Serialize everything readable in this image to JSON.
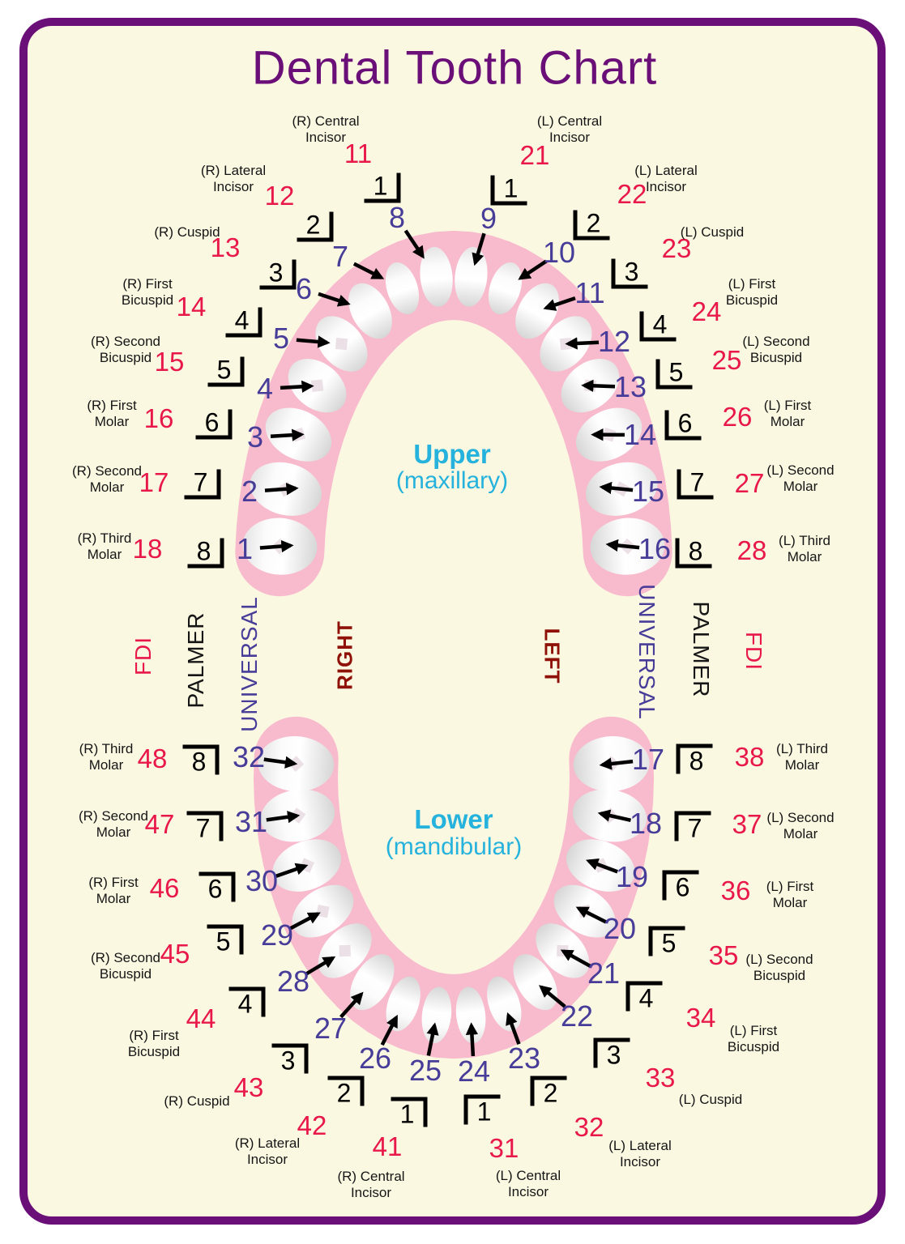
{
  "title": "Dental Tooth Chart",
  "upper_caption": {
    "bold": "Upper",
    "paren": "(maxillary)"
  },
  "lower_caption": {
    "bold": "Lower",
    "paren": "(mandibular)"
  },
  "side_labels": {
    "left": {
      "fdi": "FDI",
      "palmer": "PALMER",
      "universal": "UNIVERSAL",
      "side": "RIGHT"
    },
    "right": {
      "fdi": "FDI",
      "palmer": "PALMER",
      "universal": "UNIVERSAL",
      "side": "LEFT"
    }
  },
  "colors": {
    "background": "#FBF8E2",
    "border_and_title": "#6B0F78",
    "arch_pink": "#F8BACD",
    "universal_numbers": "#473D99",
    "fdi_numbers": "#E8184A",
    "palmer_numbers": "#000000",
    "tooth_names": "#151515",
    "right_left_labels": "#8E1007",
    "captions": "#25B2DC",
    "arrows": "#000000",
    "teeth": "#FFFFFF"
  },
  "quadrants": {
    "upper_right": {
      "teeth": [
        {
          "name": "(R) Central\nIncisor",
          "universal": "8",
          "palmer": "1",
          "fdi": "11"
        },
        {
          "name": "(R) Lateral\nIncisor",
          "universal": "7",
          "palmer": "2",
          "fdi": "12"
        },
        {
          "name": "(R) Cuspid",
          "universal": "6",
          "palmer": "3",
          "fdi": "13"
        },
        {
          "name": "(R) First\nBicuspid",
          "universal": "5",
          "palmer": "4",
          "fdi": "14"
        },
        {
          "name": "(R) Second\nBicuspid",
          "universal": "4",
          "palmer": "5",
          "fdi": "15"
        },
        {
          "name": "(R) First\nMolar",
          "universal": "3",
          "palmer": "6",
          "fdi": "16"
        },
        {
          "name": "(R) Second\nMolar",
          "universal": "2",
          "palmer": "7",
          "fdi": "17"
        },
        {
          "name": "(R) Third\nMolar",
          "universal": "1",
          "palmer": "8",
          "fdi": "18"
        }
      ]
    },
    "upper_left": {
      "teeth": [
        {
          "name": "(L) Central\nIncisor",
          "universal": "9",
          "palmer": "1",
          "fdi": "21"
        },
        {
          "name": "(L) Lateral\nIncisor",
          "universal": "10",
          "palmer": "2",
          "fdi": "22"
        },
        {
          "name": "(L) Cuspid",
          "universal": "11",
          "palmer": "3",
          "fdi": "23"
        },
        {
          "name": "(L) First\nBicuspid",
          "universal": "12",
          "palmer": "4",
          "fdi": "24"
        },
        {
          "name": "(L) Second\nBicuspid",
          "universal": "13",
          "palmer": "5",
          "fdi": "25"
        },
        {
          "name": "(L) First\nMolar",
          "universal": "14",
          "palmer": "6",
          "fdi": "26"
        },
        {
          "name": "(L) Second\nMolar",
          "universal": "15",
          "palmer": "7",
          "fdi": "27"
        },
        {
          "name": "(L) Third\nMolar",
          "universal": "16",
          "palmer": "8",
          "fdi": "28"
        }
      ]
    },
    "lower_right": {
      "teeth": [
        {
          "name": "(R) Central\nIncisor",
          "universal": "25",
          "palmer": "1",
          "fdi": "41"
        },
        {
          "name": "(R) Lateral\nIncisor",
          "universal": "26",
          "palmer": "2",
          "fdi": "42"
        },
        {
          "name": "(R) Cuspid",
          "universal": "27",
          "palmer": "3",
          "fdi": "43"
        },
        {
          "name": "(R) First\nBicuspid",
          "universal": "28",
          "palmer": "4",
          "fdi": "44"
        },
        {
          "name": "(R) Second\nBicuspid",
          "universal": "29",
          "palmer": "5",
          "fdi": "45"
        },
        {
          "name": "(R) First\nMolar",
          "universal": "30",
          "palmer": "6",
          "fdi": "46"
        },
        {
          "name": "(R) Second\nMolar",
          "universal": "31",
          "palmer": "7",
          "fdi": "47"
        },
        {
          "name": "(R) Third\nMolar",
          "universal": "32",
          "palmer": "8",
          "fdi": "48"
        }
      ]
    },
    "lower_left": {
      "teeth": [
        {
          "name": "(L) Central\nIncisor",
          "universal": "24",
          "palmer": "1",
          "fdi": "31"
        },
        {
          "name": "(L) Lateral\nIncisor",
          "universal": "23",
          "palmer": "2",
          "fdi": "32"
        },
        {
          "name": "(L) Cuspid",
          "universal": "22",
          "palmer": "3",
          "fdi": "33"
        },
        {
          "name": "(L) First\nBicuspid",
          "universal": "21",
          "palmer": "4",
          "fdi": "34"
        },
        {
          "name": "(L) Second\nBicuspid",
          "universal": "20",
          "palmer": "5",
          "fdi": "35"
        },
        {
          "name": "(L) First\nMolar",
          "universal": "19",
          "palmer": "6",
          "fdi": "36"
        },
        {
          "name": "(L) Second\nMolar",
          "universal": "18",
          "palmer": "7",
          "fdi": "37"
        },
        {
          "name": "(L) Third\nMolar",
          "universal": "17",
          "palmer": "8",
          "fdi": "38"
        }
      ]
    }
  }
}
